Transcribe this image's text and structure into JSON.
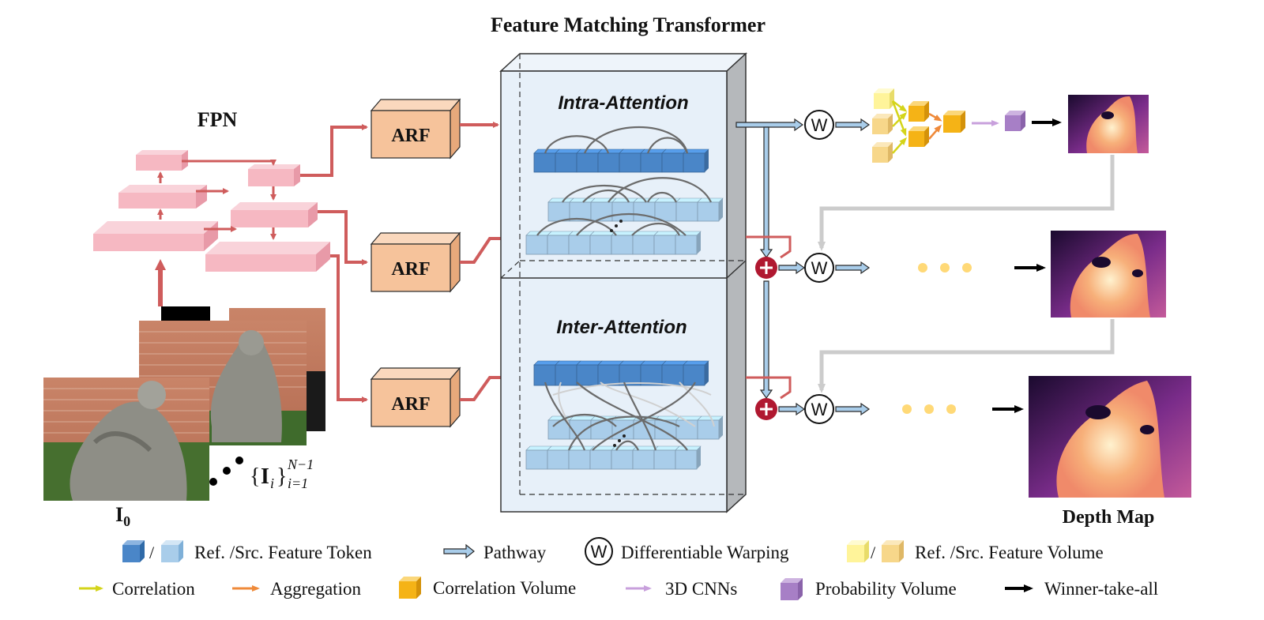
{
  "title": "Feature Matching Transformer",
  "fpn": {
    "label": "FPN"
  },
  "arf": {
    "label": "ARF"
  },
  "transformer": {
    "intra_label": "Intra-Attention",
    "inter_label": "Inter-Attention"
  },
  "inputs": {
    "ref_label": "I",
    "ref_subscript": "0",
    "src_label_brace_open": "{",
    "src_label_letter": "I",
    "src_label_sub_i": "i",
    "src_label_brace_close": "}",
    "src_label_sup": "N−1",
    "src_label_sub_range": "i=1"
  },
  "warp_symbol": "W",
  "output": {
    "label": "Depth Map"
  },
  "legend": {
    "row1": {
      "separator": "/",
      "token_label": "Ref. /Src. Feature Token",
      "pathway_label": "Pathway",
      "warping_label": "Differentiable Warping",
      "volume_label": "Ref. /Src. Feature Volume"
    },
    "row2": {
      "correlation_label": "Correlation",
      "aggregation_label": "Aggregation",
      "corr_volume_label": "Correlation Volume",
      "cnn_label": "3D CNNs",
      "prob_volume_label": "Probability Volume",
      "wta_label": "Winner-take-all"
    }
  },
  "colors": {
    "fpn_layer": "#f6b8c2",
    "fpn_arrow": "#cf5c5c",
    "arf_fill": "#f6c39b",
    "arf_stroke": "#2a2a2a",
    "transformer_front": "#e7f0f9",
    "transformer_side": "#b5b8bb",
    "ref_token": "#4a86c8",
    "src_token": "#a9cdea",
    "attention_curve": "#6b6b6b",
    "pathway": "#a9cdea",
    "plus_node": "#b01830",
    "ref_volume": "#fff49a",
    "src_volume": "#f7d78a",
    "corr_volume": "#f5b316",
    "prob_volume": "#a77fc6",
    "correlation_arrow": "#d4d41a",
    "aggregation_arrow": "#ef8a3a",
    "cnn_arrow": "#c8a0dc",
    "wta_arrow": "#000000",
    "feedback_arrow": "#cccccc",
    "dots": "#ffd977"
  }
}
